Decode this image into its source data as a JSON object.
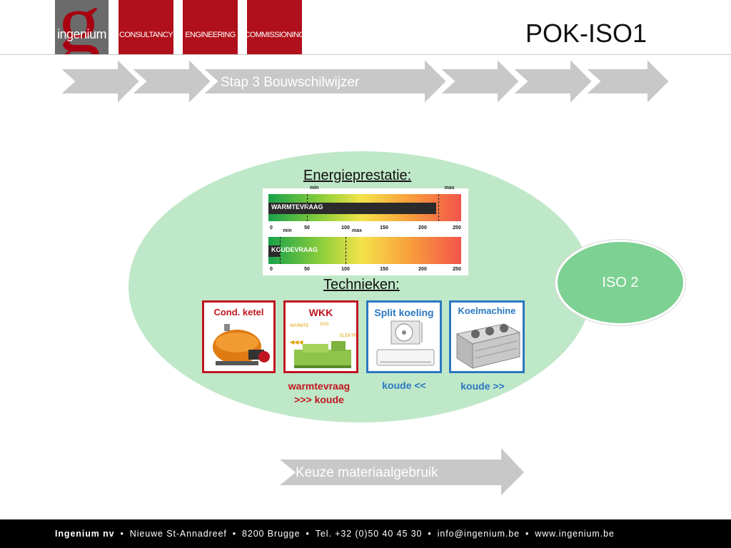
{
  "header": {
    "logo_text": "ingenium",
    "tabs": [
      "CONSULTANCY",
      "ENGINEERING",
      "COMMISSIONING"
    ],
    "title": "POK-ISO1"
  },
  "process": {
    "current_step": "Stap 3 Bouwschilwijzer",
    "next_step": "Keuze materiaalgebruik"
  },
  "energy": {
    "heading": "Energieprestatie:",
    "scale": [
      0,
      50,
      100,
      150,
      200,
      250
    ],
    "bars": [
      {
        "label": "WARMTEVRAAG",
        "value": 218,
        "min": 50,
        "max": 220
      },
      {
        "label": "KOUDEVRAAG",
        "value": 15,
        "min": 15,
        "max": 100
      }
    ],
    "min_label": "min",
    "max_label": "max"
  },
  "techniques": {
    "heading": "Technieken:",
    "cards": [
      {
        "title": "Cond. ketel",
        "icon": "boiler-icon"
      },
      {
        "title": "WKK",
        "icon": "chp-unit-icon",
        "sub_labels": [
          "WARMTE",
          "GAS",
          "ELEKTR"
        ]
      },
      {
        "title": "Split koeling",
        "icon": "split-ac-icon"
      },
      {
        "title": "Koelmachine",
        "icon": "chiller-icon"
      }
    ],
    "captions": {
      "wkk_line1": "warmtevraag",
      "wkk_line2": ">>> koude",
      "split": "koude <<",
      "koel": "koude >>"
    }
  },
  "iso2": {
    "label": "ISO 2"
  },
  "footer": {
    "company": "Ingenium nv",
    "items": [
      "Nieuwe St-Annadreef",
      "8200 Brugge",
      "Tel. +32 (0)50 40 45 30",
      "info@ingenium.be",
      "www.ingenium.be"
    ],
    "separator": "•"
  },
  "colors": {
    "brand_red": "#b0101b",
    "ellipse_green": "#bfe8c8",
    "iso_green": "#7dd193",
    "arrow_grey": "#c8c8c8",
    "card_blue": "#2a78c0"
  }
}
